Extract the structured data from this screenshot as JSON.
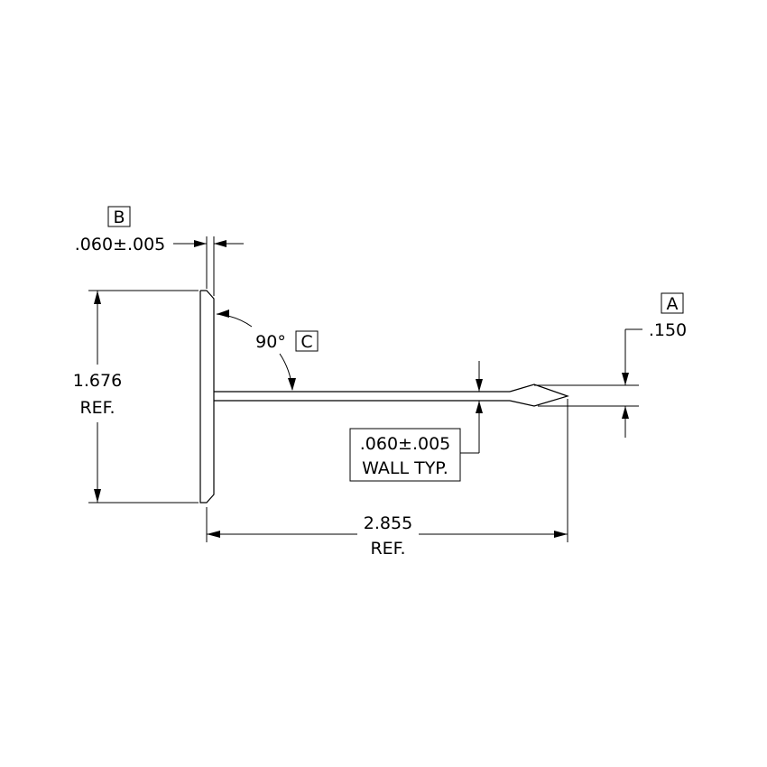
{
  "datums": {
    "b": "B",
    "a": "A",
    "c": "C"
  },
  "dimensions": {
    "flange_thickness": ".060±.005",
    "angle": "90°",
    "height_value": "1.676",
    "height_ref": "REF.",
    "tip_offset": ".150",
    "wall_value": ".060±.005",
    "wall_note": "WALL TYP.",
    "length_value": "2.855",
    "length_ref": "REF."
  }
}
